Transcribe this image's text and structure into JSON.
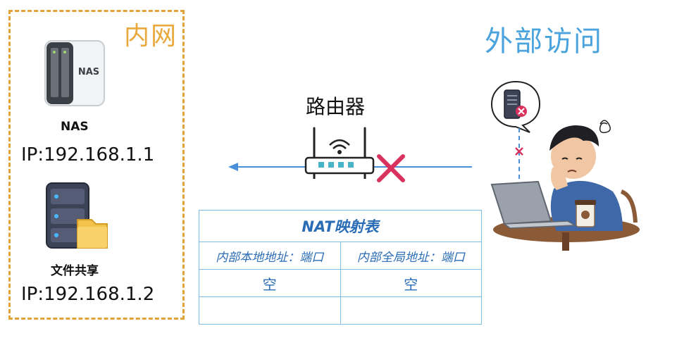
{
  "lan": {
    "title": "内网",
    "devices": [
      {
        "name": "NAS",
        "ip": "IP:192.168.1.1",
        "badge": "NAS"
      },
      {
        "name": "文件共享",
        "ip": "IP:192.168.1.2"
      }
    ]
  },
  "router": {
    "label": "路由器"
  },
  "external": {
    "title": "外部访问"
  },
  "nat_table": {
    "title": "NAT映射表",
    "headers": [
      "内部本地地址：端口",
      "内部全局地址：端口"
    ],
    "rows": [
      [
        "空",
        "空"
      ],
      [
        "",
        ""
      ]
    ]
  },
  "colors": {
    "lan_border": "#e2a33a",
    "lan_title": "#e9a93c",
    "external_title": "#4aa3dc",
    "table_text": "#2a6cb5",
    "table_border": "#7fbde6",
    "arrow": "#4a90d9",
    "blocked": "#d9325f"
  }
}
